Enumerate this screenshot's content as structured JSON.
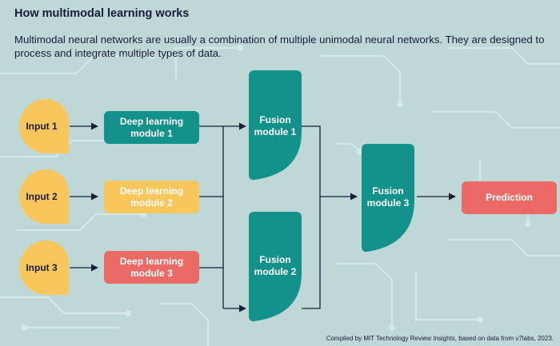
{
  "header": {
    "title": "How multimodal learning works",
    "subtitle": "Multimodal neural networks are usually a combination of multiple unimodal neural networks. They are designed to process and integrate multiple types of data."
  },
  "nodes": {
    "input_1": "Input 1",
    "input_2": "Input 2",
    "input_3": "Input 3",
    "dl_1": "Deep learning\nmodule 1",
    "dl_2": "Deep learning\nmodule 2",
    "dl_3": "Deep learning\nmodule 3",
    "fusion_1": "Fusion\nmodule 1",
    "fusion_2": "Fusion\nmodule 2",
    "fusion_3": "Fusion\nmodule 3",
    "prediction": "Prediction"
  },
  "footer": {
    "credit": "Compiled by MIT Technology Review Insights, based on data from v7labs, 2023."
  },
  "colors": {
    "background": "#bed8d8",
    "input_yellow": "#f8c65b",
    "module_teal": "#13928b",
    "module_yellow": "#f8c65b",
    "module_red": "#ec6a66",
    "prediction_red": "#ec6a66",
    "text_dark": "#1b1b3a"
  }
}
